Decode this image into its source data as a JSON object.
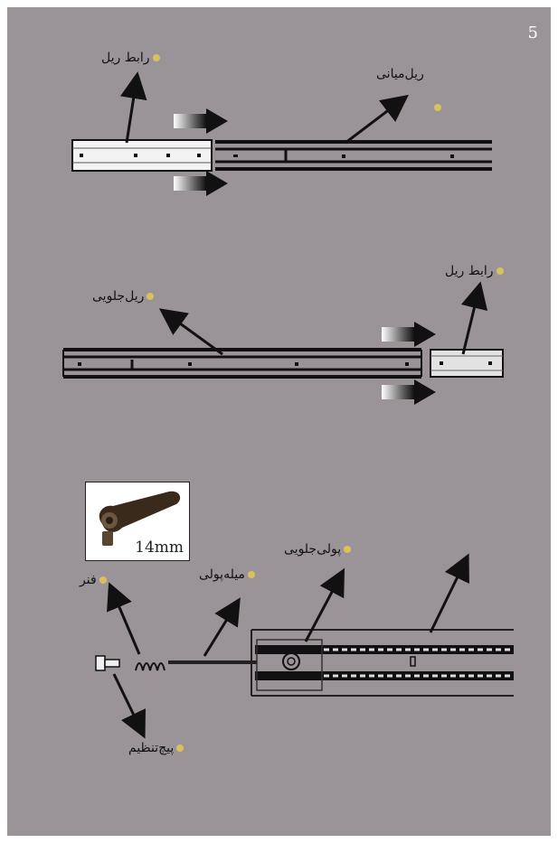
{
  "page_number": "5",
  "colors": {
    "background": "#9a9499",
    "bullet": "#d8c25b",
    "rail": "#111111"
  },
  "step1": {
    "label_connector": "رابط ریل",
    "label_middle_rail": "ریل‌میانی"
  },
  "step2": {
    "label_front_rail": "ریل‌جلویی",
    "label_connector": "رابط ریل"
  },
  "step3": {
    "wrench_size": "14mm",
    "label_spring": "فنر",
    "label_pulley_rod": "میله‌پولی",
    "label_front_pulley": "پولی‌جلویی",
    "label_adjust_bolt": "پیچ‌تنظیم"
  },
  "icons": [
    "push-arrow-icon",
    "ratchet-wrench-icon",
    "spring-icon",
    "bolt-icon"
  ]
}
